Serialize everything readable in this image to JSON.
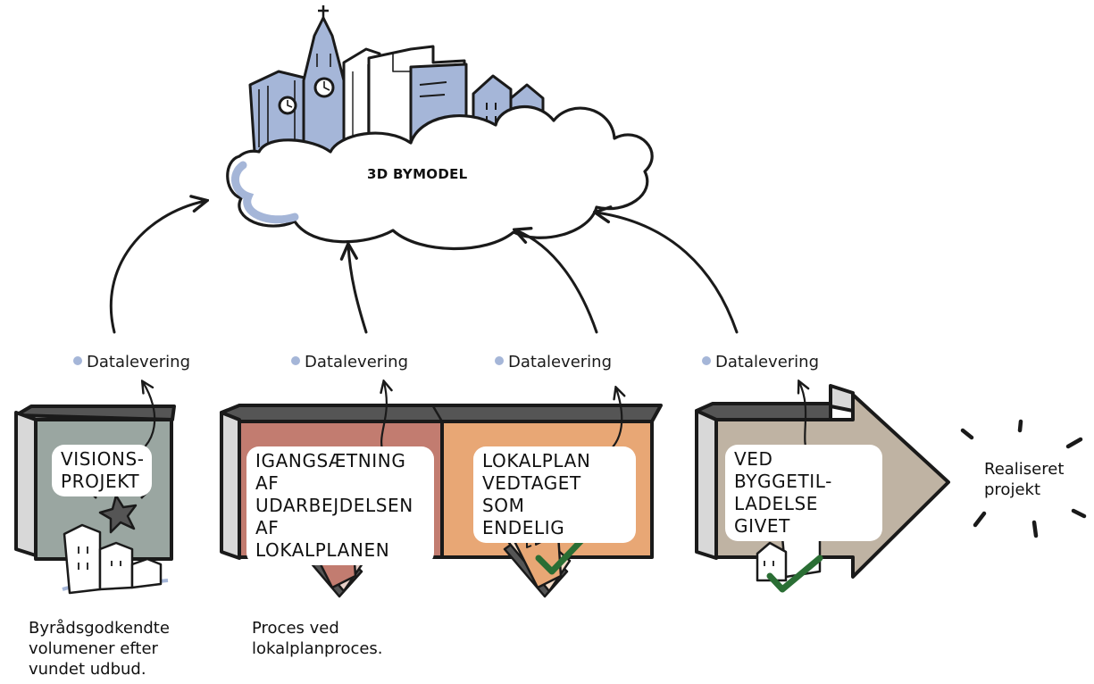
{
  "cloud": {
    "title": "3D BYMODEL"
  },
  "delivery_label": "Datalevering",
  "stages": [
    {
      "label_lines": [
        "VISIONS-",
        "PROJEKT"
      ],
      "color": "#9aa6a1"
    },
    {
      "label_lines": [
        "IGANGSÆTNING AF",
        "UDARBEJDELSEN AF",
        "LOKALPLANEN"
      ],
      "color": "#c27c70"
    },
    {
      "label_lines": [
        "LOKALPLAN",
        "VEDTAGET SOM",
        "ENDELIG"
      ],
      "color": "#e8a775"
    },
    {
      "label_lines": [
        "VED BYGGETIL-",
        "LADELSE GIVET"
      ],
      "color": "#bfb3a3"
    }
  ],
  "end": {
    "label": "Realiseret\nprojekt"
  },
  "notes": {
    "vision": "Byrådsgodkendte\nvolumener efter\nvundet udbud.",
    "process": "Proces ved\nlokalplanproces."
  },
  "icons": [
    "city-skyline-icon",
    "star-burst-icon",
    "building-volumes-icon",
    "document-icon",
    "checkmark-icon",
    "houses-icon"
  ],
  "colors": {
    "building_blue": "#a5b6d8",
    "outline": "#1a1a1a",
    "check_green": "#2a6e34",
    "dot_blue": "#a5b6d8"
  }
}
